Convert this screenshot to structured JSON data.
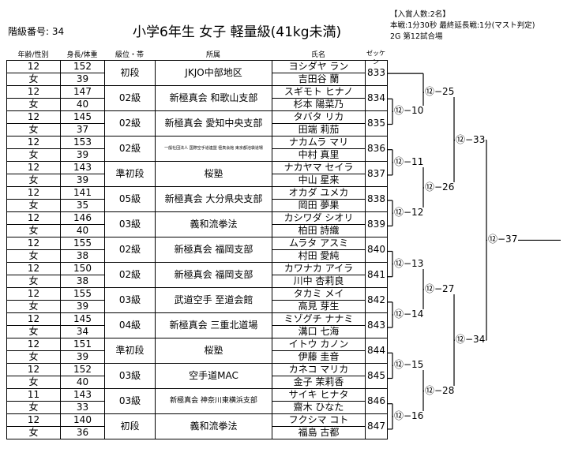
{
  "header": {
    "class_number_label": "階級番号: 34",
    "title": "小学6年生 女子 軽量級(41kg未満)",
    "rules": [
      "【入賞人数:2名】",
      "本戦:1分30秒 最終延長戦:1分(マスト判定)",
      "2G 第12試合場"
    ]
  },
  "columns": {
    "age_gender": "年齢/性別",
    "height_weight": "身長/体重",
    "grade": "級位・帯",
    "affiliation": "所属",
    "name": "氏名",
    "zekken": "ゼッケン"
  },
  "entries": [
    {
      "age": "12",
      "gender": "女",
      "height": "152",
      "weight": "39",
      "grade": "初段",
      "affiliation": "JKJO中部地区",
      "kana": "ヨシダヤ ラン",
      "kanji": "吉田谷 蘭",
      "zekken": "833"
    },
    {
      "age": "12",
      "gender": "女",
      "height": "147",
      "weight": "40",
      "grade": "02級",
      "affiliation": "新極真会 和歌山支部",
      "kana": "スギモト ヒナノ",
      "kanji": "杉本 陽菜乃",
      "zekken": "834"
    },
    {
      "age": "12",
      "gender": "女",
      "height": "145",
      "weight": "37",
      "grade": "02級",
      "affiliation": "新極真会 愛知中央支部",
      "kana": "タバタ リカ",
      "kanji": "田端 莉茄",
      "zekken": "835"
    },
    {
      "age": "12",
      "gender": "女",
      "height": "153",
      "weight": "39",
      "grade": "02級",
      "affiliation": "一般社団法人 国際空手道連盟 極真会館 東京都池袋道場",
      "kana": "ナカムラ マリ",
      "kanji": "中村 真里",
      "zekken": "836"
    },
    {
      "age": "12",
      "gender": "女",
      "height": "143",
      "weight": "39",
      "grade": "準初段",
      "affiliation": "桜塾",
      "kana": "ナカヤマ セイラ",
      "kanji": "中山 星来",
      "zekken": "837"
    },
    {
      "age": "12",
      "gender": "女",
      "height": "141",
      "weight": "35",
      "grade": "05級",
      "affiliation": "新極真会 大分県央支部",
      "kana": "オカダ ユメカ",
      "kanji": "岡田 夢果",
      "zekken": "838"
    },
    {
      "age": "12",
      "gender": "女",
      "height": "146",
      "weight": "40",
      "grade": "03級",
      "affiliation": "義和流拳法",
      "kana": "カシワダ シオリ",
      "kanji": "柏田 詩織",
      "zekken": "839"
    },
    {
      "age": "12",
      "gender": "女",
      "height": "155",
      "weight": "38",
      "grade": "02級",
      "affiliation": "新極真会 福岡支部",
      "kana": "ムラタ アスミ",
      "kanji": "村田 愛純",
      "zekken": "840"
    },
    {
      "age": "12",
      "gender": "女",
      "height": "150",
      "weight": "38",
      "grade": "02級",
      "affiliation": "新極真会 福岡支部",
      "kana": "カワナカ アイラ",
      "kanji": "川中 杏莉良",
      "zekken": "841"
    },
    {
      "age": "12",
      "gender": "女",
      "height": "155",
      "weight": "39",
      "grade": "03級",
      "affiliation": "武道空手 至道会館",
      "kana": "タカミ メイ",
      "kanji": "高見 芽生",
      "zekken": "842"
    },
    {
      "age": "12",
      "gender": "女",
      "height": "145",
      "weight": "34",
      "grade": "04級",
      "affiliation": "新極真会 三重北道場",
      "kana": "ミゾグチ ナナミ",
      "kanji": "溝口 七海",
      "zekken": "843"
    },
    {
      "age": "12",
      "gender": "女",
      "height": "151",
      "weight": "39",
      "grade": "準初段",
      "affiliation": "桜塾",
      "kana": "イトウ カノン",
      "kanji": "伊藤 圭音",
      "zekken": "844"
    },
    {
      "age": "12",
      "gender": "女",
      "height": "152",
      "weight": "40",
      "grade": "03級",
      "affiliation": "空手道MAC",
      "kana": "カネコ マリカ",
      "kanji": "金子 茉莉香",
      "zekken": "845"
    },
    {
      "age": "11",
      "gender": "女",
      "height": "143",
      "weight": "33",
      "grade": "03級",
      "affiliation": "新極真会 神奈川東横浜支部",
      "kana": "サイキ ヒナタ",
      "kanji": "齋木 ひなた",
      "zekken": "846"
    },
    {
      "age": "12",
      "gender": "女",
      "height": "140",
      "weight": "36",
      "grade": "初段",
      "affiliation": "義和流拳法",
      "kana": "フクシマ コト",
      "kanji": "福島 古都",
      "zekken": "847"
    }
  ],
  "matches": [
    "⑫−10",
    "⑫−11",
    "⑫−12",
    "⑫−13",
    "⑫−14",
    "⑫−15",
    "⑫−16",
    "⑫−25",
    "⑫−26",
    "⑫−27",
    "⑫−28",
    "⑫−33",
    "⑫−34",
    "⑫−37"
  ]
}
